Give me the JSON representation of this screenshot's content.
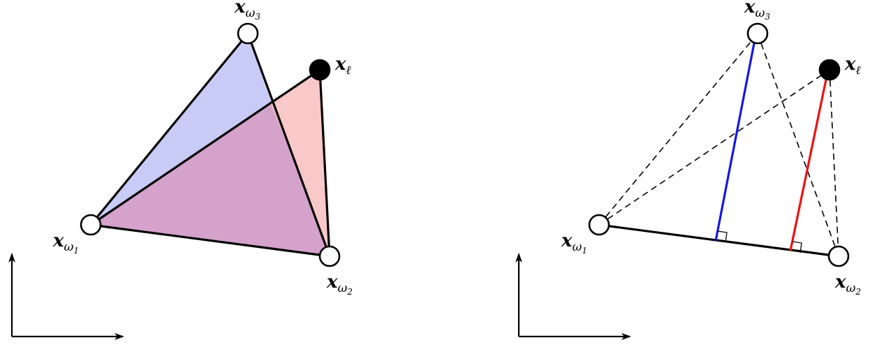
{
  "colors": {
    "blue_fill": "#c9cbf7",
    "red_fill": "#f9c8c8",
    "overlap_fill": "#d4a2cb",
    "blue_line": "#1616e6",
    "red_line": "#ee1111",
    "stroke": "#000000"
  },
  "labels": {
    "left": {
      "w1": {
        "base": "x",
        "sub": "ω",
        "subsub": "1"
      },
      "w2": {
        "base": "x",
        "sub": "ω",
        "subsub": "2"
      },
      "w3": {
        "base": "x",
        "sub": "ω",
        "subsub": "3"
      },
      "l": {
        "base": "x",
        "sub": "ℓ",
        "subsub": ""
      }
    },
    "right": {
      "w1": {
        "base": "x",
        "sub": "ω",
        "subsub": "1"
      },
      "w2": {
        "base": "x",
        "sub": "ω",
        "subsub": "2"
      },
      "w3": {
        "base": "x",
        "sub": "ω",
        "subsub": "3"
      },
      "l": {
        "base": "x",
        "sub": "ℓ",
        "subsub": ""
      }
    }
  },
  "nodes": {
    "w1": {
      "kind": "open-circle"
    },
    "w2": {
      "kind": "open-circle"
    },
    "w3": {
      "kind": "open-circle"
    },
    "l": {
      "kind": "filled-circle"
    }
  }
}
